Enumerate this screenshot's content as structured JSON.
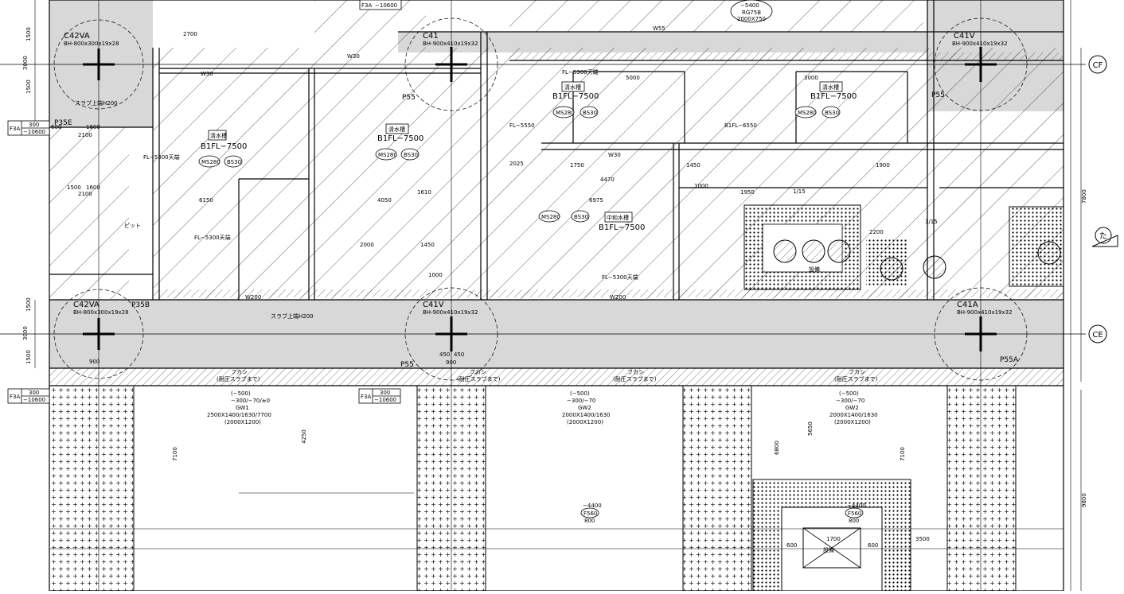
{
  "drawing": {
    "grid_bubbles": [
      {
        "label": "CF"
      },
      {
        "label": "CE"
      },
      {
        "label": "た"
      }
    ],
    "columns": [
      {
        "mark": "C42VA",
        "spec": "BH-800x300x19x28"
      },
      {
        "mark": "C41",
        "spec": "BH-900x410x19x32"
      },
      {
        "mark": "C41V",
        "spec": "BH-900x410x19x32"
      },
      {
        "mark": "C42VA",
        "spec": "BH-800x300x19x28"
      },
      {
        "mark": "C41V",
        "spec": "BH-900x410x19x32"
      },
      {
        "mark": "C41A",
        "spec": "BH-900x410x19x32"
      }
    ],
    "pile_caps": [
      "P35E",
      "P55",
      "P55",
      "P35B",
      "P55",
      "P55A"
    ],
    "rooms": [
      {
        "name": "清水槽",
        "level": "B1FL−7500"
      },
      {
        "name": "清水槽",
        "level": "B1FL−7500"
      },
      {
        "name": "清水槽",
        "level": "B1FL−7500"
      },
      {
        "name": "清水槽",
        "level": "B1FL−7500"
      },
      {
        "name": "中和水槽",
        "level": "B1FL−7500"
      }
    ],
    "level_tags": [
      {
        "line1": "F3A",
        "line2": "300",
        "line3": "−10600"
      },
      {
        "line1": "F3A",
        "line2": "300",
        "line3": "−10600"
      },
      {
        "line1": "F3A",
        "line2": "300",
        "line3": "−10600"
      },
      {
        "line1": "F3A",
        "line2": "300",
        "line3": "−10600"
      }
    ],
    "slab_tags": [
      "MS280",
      "BS30"
    ],
    "beams": [
      {
        "mark": "GW1",
        "level": "(−500)",
        "depth": "−300/−70/±0",
        "size": "2500X1400/1630/7700",
        "sub": "(2000X1200)"
      },
      {
        "mark": "GW2",
        "level": "(−500)",
        "depth": "−300/−70",
        "size": "2000X1400/1630",
        "sub": "(2000X1200)"
      },
      {
        "mark": "GW2",
        "level": "(−500)",
        "depth": "−300/−70",
        "size": "2000X1400/1630",
        "sub": "(2000X1200)"
      }
    ],
    "footings": [
      {
        "mark": "F560",
        "level": "−4400",
        "depth": "800"
      },
      {
        "mark": "F560",
        "level": "−4400",
        "depth": "800"
      }
    ],
    "notes": {
      "wall_w30": "W30",
      "wall_w55": "W55",
      "wall_w200": "W200",
      "slab_note": "スラブ上端H200",
      "pit_note": "ピット",
      "fl_5300": "FL−5300天端",
      "fl_5550": "FL−5550",
      "rg_top": "−5400",
      "rg_mark": "RG75B",
      "rg_size": "2000X750",
      "pit_label": "設備",
      "slope_1": "1/15",
      "gl_top": "B1FL−6550",
      "fuccing": "フカシ",
      "fuccing_sub": "(耐圧スラブまで)"
    },
    "dims": [
      "1500",
      "3000",
      "1500",
      "600",
      "1600",
      "2100",
      "1500",
      "1600",
      "2100",
      "3000",
      "1500",
      "1500",
      "900",
      "450",
      "450",
      "900",
      "2700",
      "5000",
      "3000",
      "1700",
      "600",
      "600",
      "3500",
      "7100",
      "4250",
      "6800",
      "5650",
      "7100",
      "9800",
      "7800",
      "6150",
      "6975",
      "4050",
      "4470",
      "2025",
      "1610",
      "2000",
      "1450",
      "1000",
      "1750",
      "1450",
      "1950",
      "1000",
      "1900",
      "2200"
    ]
  }
}
